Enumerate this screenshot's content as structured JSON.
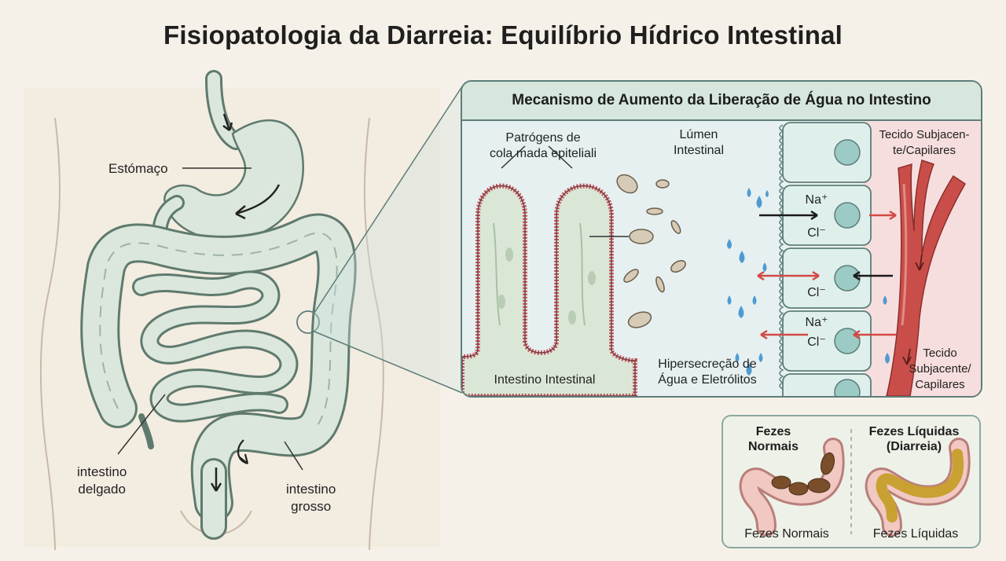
{
  "title": "Fisiopatologia da Diarreia: Equilíbrio Hídrico Intestinal",
  "anatomy": {
    "stomach_label": "Estómaço",
    "small_intestine_label": "intestino\ndelgado",
    "large_intestine_label": "intestino\ngrosso"
  },
  "mechanism": {
    "header": "Mecanismo de Aumento da Liberação de Água no Intestino",
    "pathogens_label": "Patrógens de\ncola mada epiteliali",
    "lumen_label": "Lúmen\nIntestinal",
    "tissue_top_label": "Tecido Subjacen-\nte/Capilares",
    "tissue_bottom_label": "Tecido\nSubjacente/\nCapilares",
    "villi_label": "Intestino Intestinal",
    "secretion_label": "Hipersecreção de\nÁgua e Eletrólitos",
    "ions": [
      "Na⁺",
      "Cl⁻",
      "Cl⁻",
      "Na⁺",
      "Cl⁻"
    ]
  },
  "stool": {
    "normal_title": "Fezes\nNormais",
    "liquid_title": "Fezes Líquidas\n(Diarreia)",
    "normal_caption": "Fezes Normais",
    "liquid_caption": "Fezes Líquidas"
  },
  "colors": {
    "organ_fill": "#dbe7dc",
    "organ_stroke": "#5f7a6e",
    "vessel": "#c94e4a",
    "water_drop": "#4f9bd0",
    "panel_border": "#5d7d7a",
    "normal_stool": "#7a4e2a",
    "liquid_stool": "#c9a032"
  }
}
